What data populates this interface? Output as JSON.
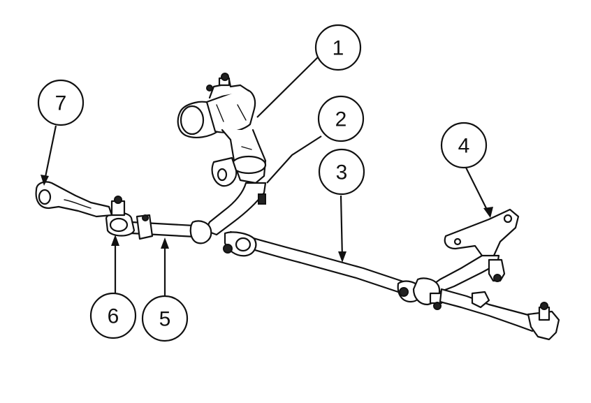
{
  "diagram": {
    "callouts": [
      {
        "id": "c1",
        "label": "1"
      },
      {
        "id": "c2",
        "label": "2"
      },
      {
        "id": "c3",
        "label": "3"
      },
      {
        "id": "c4",
        "label": "4"
      },
      {
        "id": "c5",
        "label": "5"
      },
      {
        "id": "c6",
        "label": "6"
      },
      {
        "id": "c7",
        "label": "7"
      }
    ],
    "colors": {
      "line": "#111111",
      "background": "#ffffff"
    }
  }
}
